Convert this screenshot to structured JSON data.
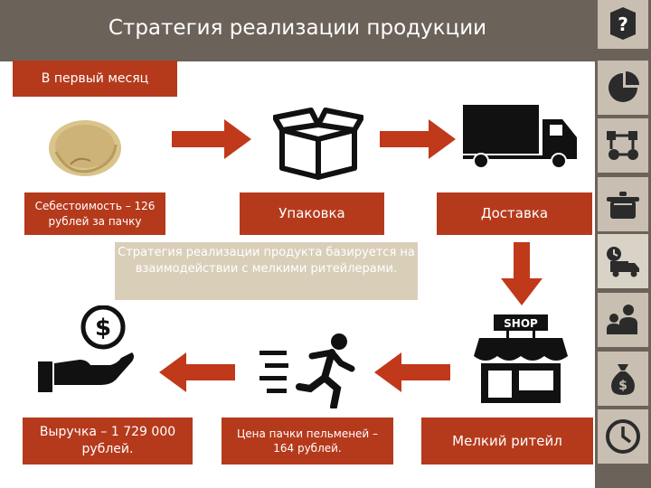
{
  "header": {
    "title": "Стратегия реализации продукции"
  },
  "period_label": "В первый месяц",
  "steps": {
    "cost": "Себестоимость – 126 рублей за пачку",
    "packaging": "Упаковка",
    "delivery": "Доставка",
    "retail": "Мелкий ритейл",
    "price": "Цена пачки пельменей – 164 рублей.",
    "revenue": "Выручка – 1 729 000 рублей."
  },
  "note": "Стратегия реализации продукта базируется на взаимодействии с мелкими ритейлерами.",
  "shop_sign": "SHOP",
  "sidebar": {
    "help_symbol": "?",
    "icons": [
      "question-icon",
      "pie-chart-icon",
      "flowchart-icon",
      "cooking-pot-icon",
      "delivery-truck-clock-icon",
      "businessmen-icon",
      "money-bag-icon",
      "clock-icon"
    ]
  },
  "colors": {
    "accent": "#b53a1c",
    "header": "#6b625a",
    "sidebar_button": "#c8bfb2",
    "note_bg": "#d9cfb9"
  }
}
